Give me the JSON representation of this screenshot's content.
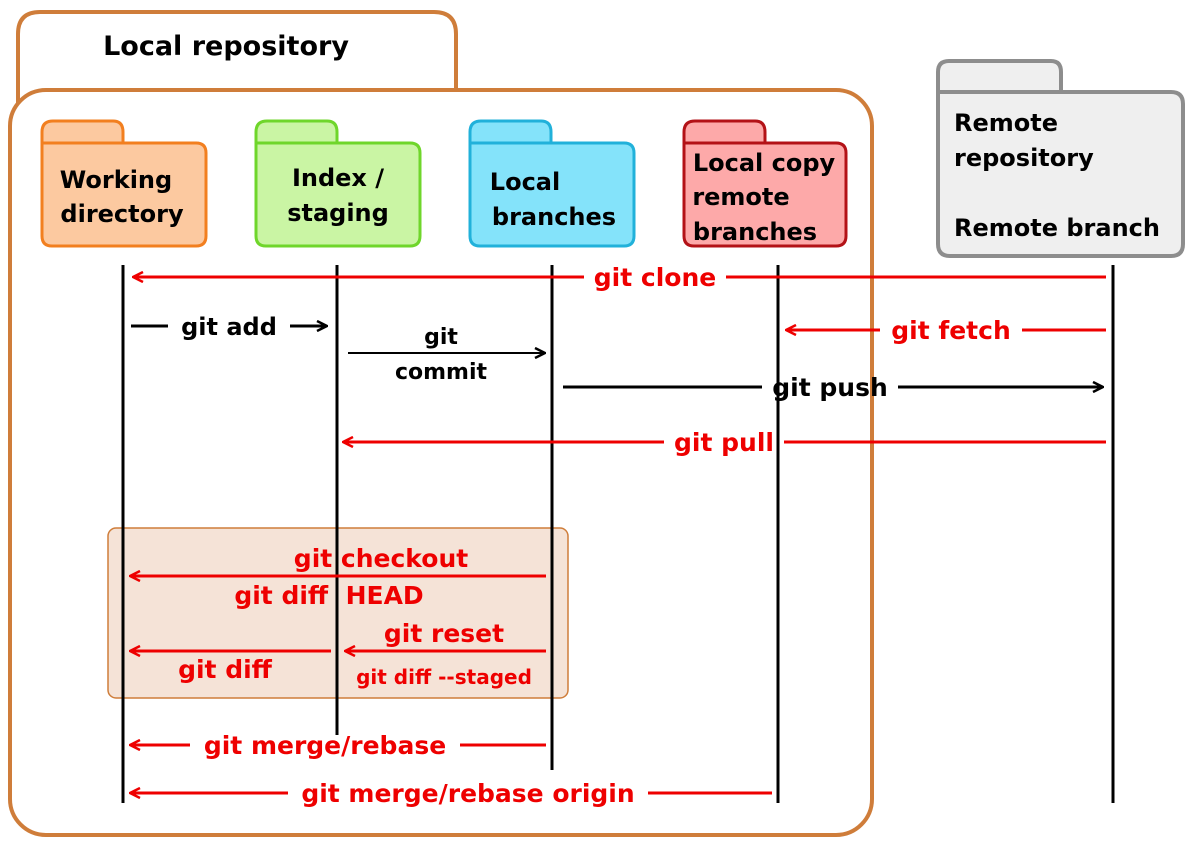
{
  "local_repo": {
    "label": "Local repository",
    "color": "#cf7d3a"
  },
  "folders": [
    {
      "id": "working",
      "lines": [
        "Working",
        "directory"
      ],
      "fill": "#fcc9a0",
      "stroke": "#f27f1f"
    },
    {
      "id": "index",
      "lines": [
        "Index /",
        "staging"
      ],
      "fill": "#caf5a4",
      "stroke": "#6fd62b"
    },
    {
      "id": "local-branches",
      "lines": [
        "Local",
        "branches"
      ],
      "fill": "#84e3fa",
      "stroke": "#21b1da"
    },
    {
      "id": "local-copy-remote",
      "lines": [
        "Local copy",
        "remote",
        "branches"
      ],
      "fill": "#fda9a9",
      "stroke": "#b31217"
    },
    {
      "id": "remote",
      "lines": [
        "Remote",
        "repository",
        "",
        "Remote branch"
      ],
      "fill": "#efefef",
      "stroke": "#8d8d8d"
    }
  ],
  "commands": [
    {
      "id": "git-clone",
      "lines": [
        "git clone"
      ],
      "color": "red",
      "from": "remote",
      "to": "working"
    },
    {
      "id": "git-add",
      "lines": [
        "git add"
      ],
      "color": "black",
      "from": "working",
      "to": "index"
    },
    {
      "id": "git-commit",
      "lines": [
        "git",
        "commit"
      ],
      "color": "black",
      "from": "index",
      "to": "local-branches"
    },
    {
      "id": "git-fetch",
      "lines": [
        "git fetch"
      ],
      "color": "red",
      "from": "remote",
      "to": "local-copy-remote"
    },
    {
      "id": "git-push",
      "lines": [
        "git push"
      ],
      "color": "black",
      "from": "local-branches",
      "to": "remote"
    },
    {
      "id": "git-pull",
      "lines": [
        "git pull"
      ],
      "color": "red",
      "from": "remote",
      "to": "index"
    },
    {
      "id": "git-checkout",
      "lines": [
        "git checkout"
      ],
      "color": "red",
      "from": "local-branches",
      "to": "working"
    },
    {
      "id": "git-diff-head",
      "lines": [
        "git diff  HEAD"
      ],
      "color": "red",
      "from": "",
      "to": ""
    },
    {
      "id": "git-reset",
      "lines": [
        "git reset"
      ],
      "color": "red",
      "from": "local-branches",
      "to": "index"
    },
    {
      "id": "git-diff-staged",
      "lines": [
        "git diff --staged"
      ],
      "color": "red",
      "from": "",
      "to": ""
    },
    {
      "id": "git-diff",
      "lines": [
        "git diff"
      ],
      "color": "red",
      "from": "index",
      "to": "working"
    },
    {
      "id": "git-merge-rebase",
      "lines": [
        "git merge/rebase"
      ],
      "color": "red",
      "from": "local-branches",
      "to": "working"
    },
    {
      "id": "git-merge-rebase-origin",
      "lines": [
        "git merge/rebase origin"
      ],
      "color": "red",
      "from": "local-copy-remote",
      "to": "working"
    }
  ],
  "colors": {
    "red": "#ee0000",
    "black": "#000000",
    "highlight_fill": "#f5e3d7",
    "highlight_stroke": "#cf7d3a"
  }
}
